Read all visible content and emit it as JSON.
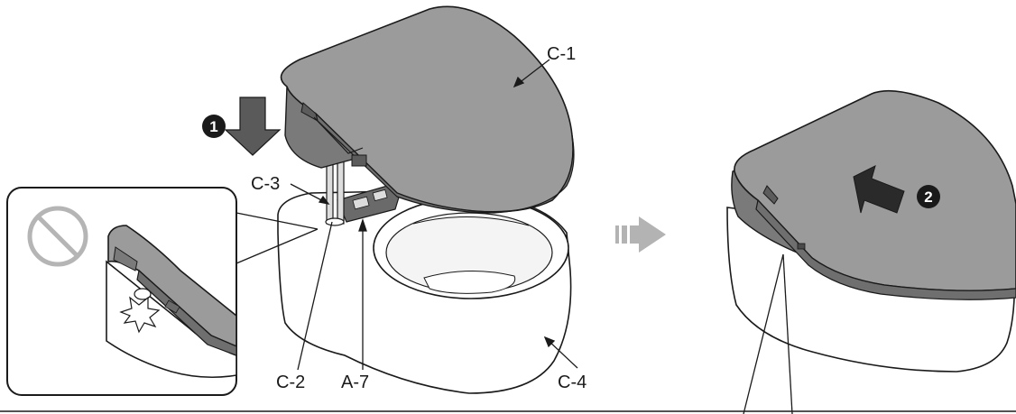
{
  "labels": {
    "seat_unit": "C-1",
    "rod": "C-2",
    "bolt": "C-3",
    "bowl": "C-4",
    "plate": "A-7"
  },
  "steps": {
    "first": "1",
    "second": "2"
  },
  "colors": {
    "seat_gray": "#9b9b9b",
    "seat_dark": "#6f6f6f",
    "bowl_white": "#ffffff",
    "line": "#1a1a1a",
    "prohibit": "#b5b5b5",
    "next_arrow": "#b3b3b3"
  },
  "icons": {
    "prohibited": "prohibited-sign-icon",
    "push_down": "push-down-arrow-icon",
    "slide_in": "slide-arrow-icon",
    "next_step": "next-step-arrow-icon"
  }
}
